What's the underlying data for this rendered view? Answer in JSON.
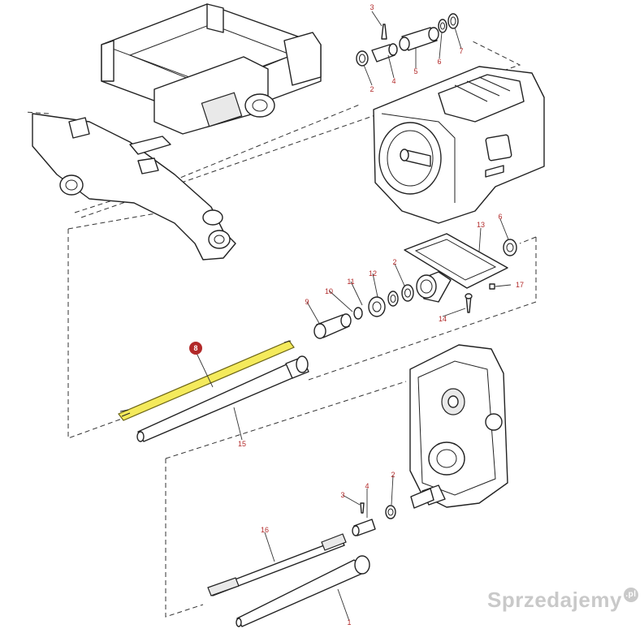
{
  "diagram": {
    "highlight_color": "#f4ea5c",
    "callout_color": "#b22a2a",
    "highlight_badge_color": "#b22a2a",
    "callouts": [
      {
        "id": "c3a",
        "label": "3"
      },
      {
        "id": "c2a",
        "label": "2"
      },
      {
        "id": "c4a",
        "label": "4"
      },
      {
        "id": "c5a",
        "label": "5"
      },
      {
        "id": "c6a",
        "label": "6"
      },
      {
        "id": "c7a",
        "label": "7"
      },
      {
        "id": "c13",
        "label": "13"
      },
      {
        "id": "c6b",
        "label": "6"
      },
      {
        "id": "c2b",
        "label": "2"
      },
      {
        "id": "c12",
        "label": "12"
      },
      {
        "id": "c11",
        "label": "11"
      },
      {
        "id": "c10",
        "label": "10"
      },
      {
        "id": "c9",
        "label": "9"
      },
      {
        "id": "c17",
        "label": "17"
      },
      {
        "id": "c14",
        "label": "14"
      },
      {
        "id": "c8",
        "label": "8"
      },
      {
        "id": "c15",
        "label": "15"
      },
      {
        "id": "c3b",
        "label": "3"
      },
      {
        "id": "c4b",
        "label": "4"
      },
      {
        "id": "c2c",
        "label": "2"
      },
      {
        "id": "c16",
        "label": "16"
      },
      {
        "id": "c1",
        "label": "1"
      }
    ]
  },
  "watermark": {
    "text": "Sprzedajemy",
    "suffix": ".pl"
  }
}
